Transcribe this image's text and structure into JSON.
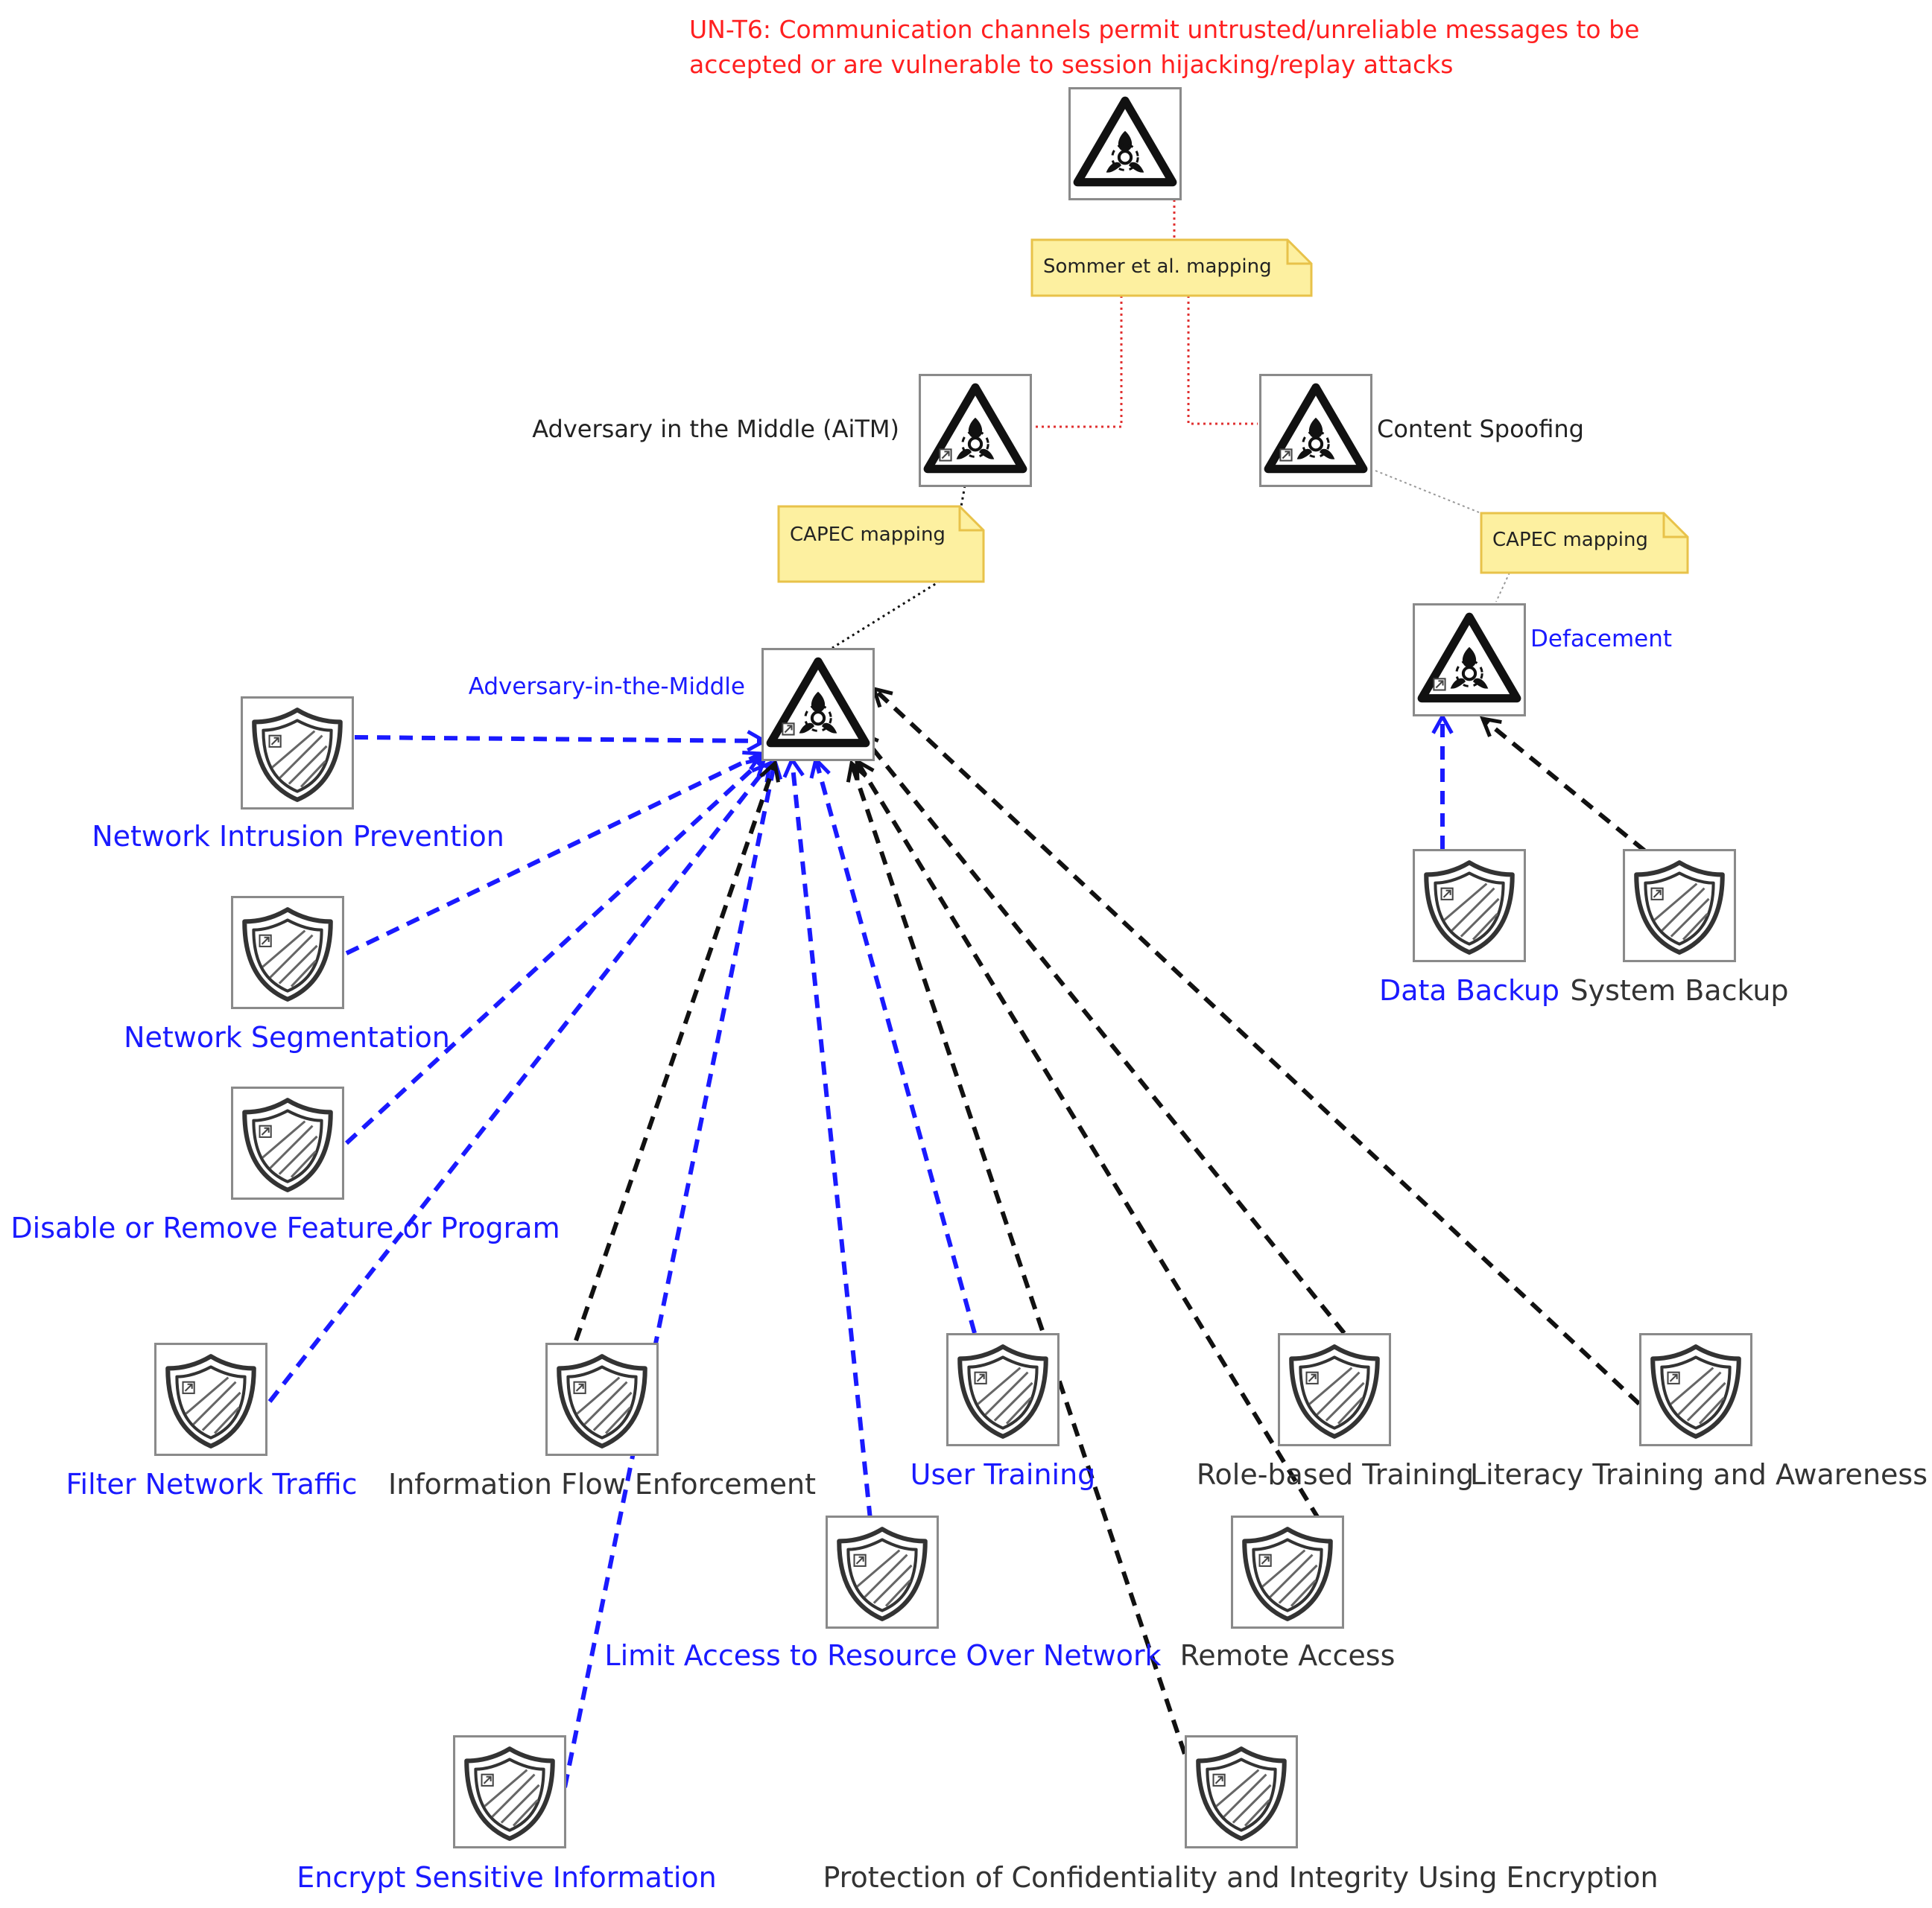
{
  "title": {
    "line1": "UN-T6: Communication channels permit untrusted/unreliable messages to be",
    "line2": "accepted or are vulnerable to session hijacking/replay attacks"
  },
  "notes": {
    "sommer": "Sommer et al. mapping",
    "capec_aitm": "CAPEC mapping",
    "capec_spoofing": "CAPEC mapping"
  },
  "threats": {
    "aitm": "Adversary in the Middle (AiTM)",
    "content_spoofing": "Content Spoofing",
    "adversary_in_the_middle": "Adversary-in-the-Middle",
    "defacement": "Defacement"
  },
  "mitigations": {
    "network_intrusion_prevention": "Network Intrusion Prevention",
    "network_segmentation": "Network Segmentation",
    "disable_remove_feature": "Disable or Remove Feature or Program",
    "filter_network_traffic": "Filter Network Traffic",
    "information_flow_enforcement": "Information Flow Enforcement",
    "user_training": "User Training",
    "role_based_training": "Role-based Training",
    "literacy_training": "Literacy Training and Awareness",
    "limit_access": "Limit Access to Resource Over Network",
    "remote_access": "Remote Access",
    "encrypt_sensitive": "Encrypt Sensitive Information",
    "protection_confidentiality": "Protection of Confidentiality and Integrity Using Encryption",
    "data_backup": "Data Backup",
    "system_backup": "System Backup"
  },
  "colors": {
    "title_red": "#ff2020",
    "link_blue": "#1a1aff",
    "text_dark": "#333333",
    "note_fill": "#fdf0a0",
    "note_stroke": "#e8c24a",
    "red_dotted": "#e03030"
  },
  "icons": {
    "threat": "biohazard-icon",
    "mitigation": "shield-icon"
  }
}
